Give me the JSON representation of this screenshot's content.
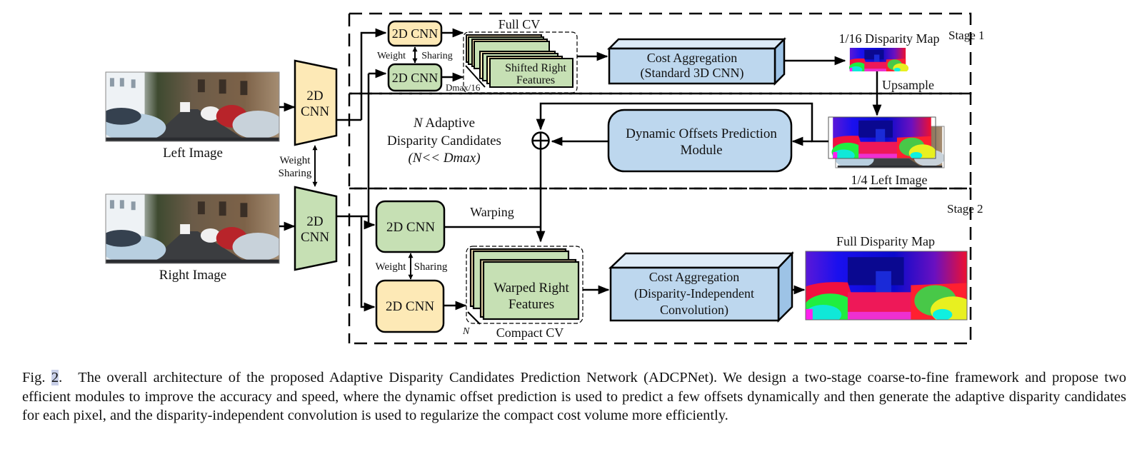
{
  "figure": {
    "inputs": {
      "left_image_label": "Left Image",
      "right_image_label": "Right Image",
      "weight_sharing_label_line1": "Weight",
      "weight_sharing_label_line2": "Sharing"
    },
    "backbone": {
      "left_cnn_line1": "2D",
      "left_cnn_line2": "CNN",
      "right_cnn_line1": "2D",
      "right_cnn_line2": "CNN"
    },
    "stage1": {
      "label": "Stage 1",
      "cnn_top": "2D CNN",
      "cnn_bottom": "2D CNN",
      "weight_sharing": "Weight",
      "weight_sharing_2": "Sharing",
      "full_cv_label": "Full CV",
      "shifted_features_line1": "Shifted Right",
      "shifted_features_line2": "Features",
      "dmax_label": "Dmax/16",
      "cost_agg_line1": "Cost Aggregation",
      "cost_agg_line2": "(Standard 3D CNN)",
      "disparity_map_label": "1/16 Disparity Map",
      "upsample_label": "Upsample"
    },
    "middle": {
      "adaptive_n": "N",
      "adaptive_line1": " Adaptive",
      "adaptive_line2": "Disparity Candidates",
      "adaptive_line3": "(N<< Dmax)",
      "dynamic_offsets_line1": "Dynamic Offsets Prediction",
      "dynamic_offsets_line2": "Module",
      "quarter_left_image_label": "1/4 Left Image",
      "sum_symbol": "⊕"
    },
    "stage2": {
      "label": "Stage 2",
      "cnn_top": "2D CNN",
      "cnn_bottom": "2D CNN",
      "warping_label": "Warping",
      "weight_sharing": "Weight",
      "weight_sharing_2": "Sharing",
      "warped_features_line1": "Warped Right",
      "warped_features_line2": "Features",
      "n_label": "N",
      "compact_cv_label": "Compact CV",
      "cost_agg_line1": "Cost Aggregation",
      "cost_agg_line2": "(Disparity-Independent",
      "cost_agg_line3": "Convolution)",
      "full_disparity_label": "Full Disparity Map"
    },
    "colors": {
      "left_branch_fill": "#fde9b6",
      "right_branch_fill": "#c6e0b4",
      "module_fill": "#bdd7ee",
      "module_top_fill": "#ddebf7",
      "module_side_fill": "#9dc3e6"
    }
  },
  "caption": {
    "fig_label": "Fig.",
    "fig_number": "2",
    "fig_suffix": ".",
    "text": "The overall architecture of the proposed Adaptive Disparity Candidates Prediction Network (ADCPNet). We design a two-stage coarse-to-fine framework and propose two efficient modules to improve the accuracy and speed, where the dynamic offset prediction is used to predict a few offsets dynamically and then generate the adaptive disparity candidates for each pixel, and the disparity-independent convolution is used to regularize the compact cost volume more efficiently."
  }
}
